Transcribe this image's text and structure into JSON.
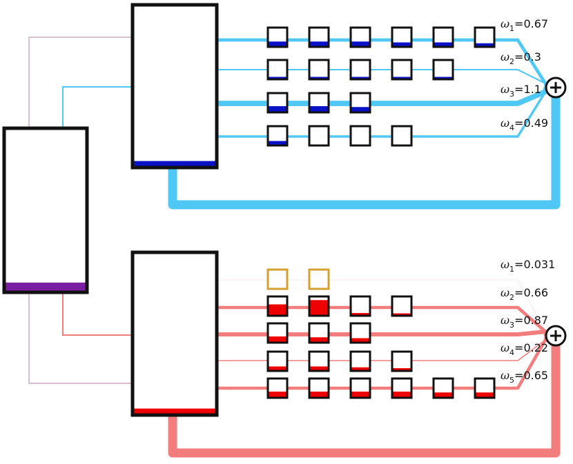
{
  "colors": {
    "top_link": "#4fc8f5",
    "top_fill": "#0a12c8",
    "bottom_link": "#f37d7d",
    "bottom_fill": "#ee0000",
    "root_fill": "#7b1fa2",
    "root_link": "#d9bfd6",
    "empty_box_border": "#d4a030",
    "box_border": "#111111"
  },
  "sum_symbol": "⊕",
  "omega": "ω",
  "root": {
    "fill_level": 0.05
  },
  "groups": [
    {
      "id": "top",
      "node_fill_level": 0.03,
      "branches": [
        {
          "subscript": "1",
          "value": "=0.67",
          "weight": 0.67,
          "fills": [
            0.25,
            0.25,
            0.25,
            0.2,
            0.2,
            0.15
          ]
        },
        {
          "subscript": "2",
          "value": "=0.3",
          "weight": 0.3,
          "fills": [
            0.05,
            0.05,
            0.05,
            0.05,
            0.05
          ]
        },
        {
          "subscript": "3",
          "value": "=1.1",
          "weight": 1.1,
          "fills": [
            0.3,
            0.3,
            0.25
          ]
        },
        {
          "subscript": "4",
          "value": "=0.49",
          "weight": 0.49,
          "fills": [
            0.2,
            0.0,
            0.0,
            0.0
          ]
        }
      ]
    },
    {
      "id": "bottom",
      "node_fill_level": 0.03,
      "branches": [
        {
          "subscript": "1",
          "value": "=0.031",
          "weight": 0.031,
          "fills": [
            0.0,
            0.0
          ],
          "empty": true
        },
        {
          "subscript": "2",
          "value": "=0.66",
          "weight": 0.66,
          "fills": [
            0.6,
            0.85,
            0.1,
            0.05
          ]
        },
        {
          "subscript": "3",
          "value": "=0.87",
          "weight": 0.87,
          "fills": [
            0.3,
            0.25,
            0.2
          ]
        },
        {
          "subscript": "4",
          "value": "=0.22",
          "weight": 0.22,
          "fills": [
            0.2,
            0.2,
            0.15,
            0.1
          ]
        },
        {
          "subscript": "5",
          "value": "=0.65",
          "weight": 0.65,
          "fills": [
            0.3,
            0.3,
            0.3,
            0.3,
            0.25,
            0.25
          ]
        }
      ]
    }
  ]
}
